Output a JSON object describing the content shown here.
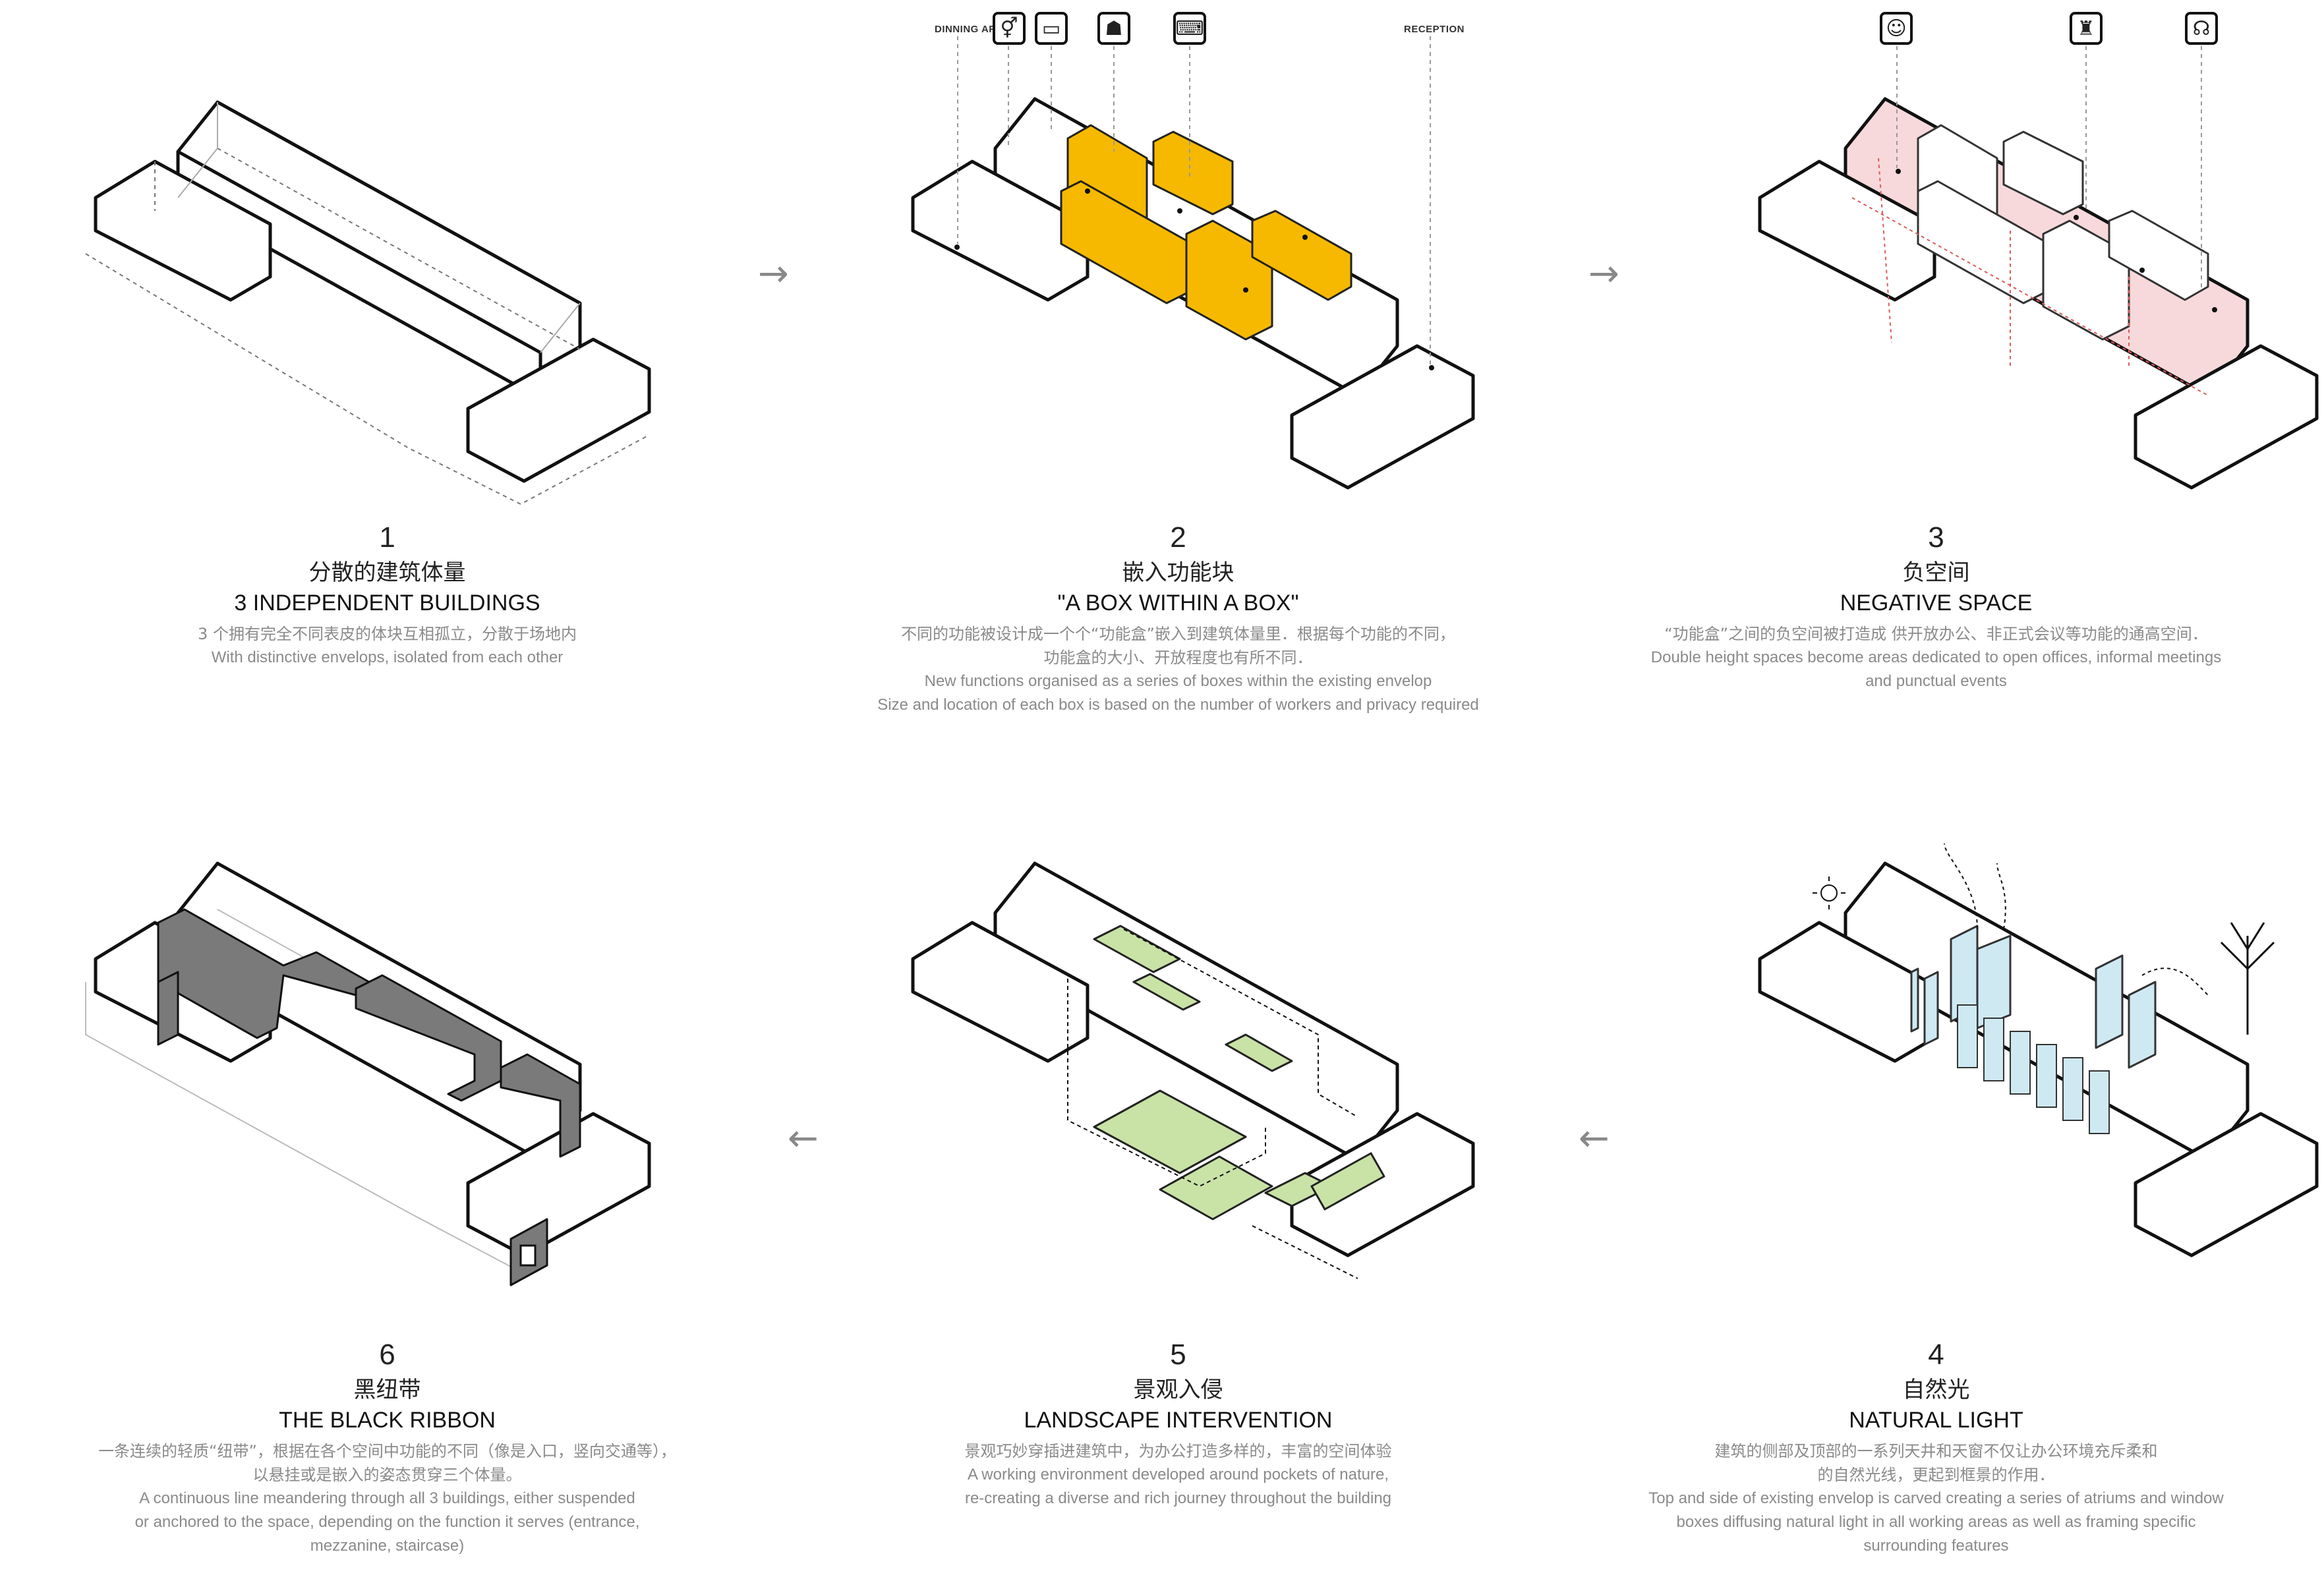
{
  "steps": [
    {
      "number": "1",
      "title_cn": "分散的建筑体量",
      "title_en": "3 INDEPENDENT BUILDINGS",
      "desc_cn": [
        "3 个拥有完全不同表皮的体块互相孤立，分散于场地内"
      ],
      "desc_en": [
        "With distinctive envelops, isolated from each other"
      ]
    },
    {
      "number": "2",
      "title_cn": "嵌入功能块",
      "title_en": "\"A BOX WITHIN A BOX\"",
      "desc_cn": [
        "不同的功能被设计成一个个“功能盒”嵌入到建筑体量里．根据每个功能的不同，",
        "功能盒的大小、开放程度也有所不同．"
      ],
      "desc_en": [
        "New functions organised as a series of boxes within the existing envelop",
        "Size and location of each box is based on the number of workers and privacy required"
      ],
      "tags": [
        "DINNING AREA",
        "RECEPTION"
      ]
    },
    {
      "number": "3",
      "title_cn": "负空间",
      "title_en": "NEGATIVE SPACE",
      "desc_cn": [
        "“功能盒”之间的负空间被打造成 供开放办公、非正式会议等功能的通高空间．"
      ],
      "desc_en": [
        "Double height spaces become areas dedicated to open offices, informal meetings",
        "and punctual events"
      ]
    },
    {
      "number": "4",
      "title_cn": "自然光",
      "title_en": "NATURAL LIGHT",
      "desc_cn": [
        "建筑的侧部及顶部的一系列天井和天窗不仅让办公环境充斥柔和",
        "的自然光线，更起到框景的作用．"
      ],
      "desc_en": [
        "Top and side of existing envelop is carved creating a series of atriums and window",
        "boxes diffusing natural light in all working areas as well as framing specific",
        "surrounding features"
      ]
    },
    {
      "number": "5",
      "title_cn": "景观入侵",
      "title_en": "LANDSCAPE INTERVENTION",
      "desc_cn": [
        "景观巧妙穿插进建筑中，为办公打造多样的，丰富的空间体验"
      ],
      "desc_en": [
        "A working environment developed around pockets of nature,",
        "re-creating a diverse and rich journey throughout the building"
      ]
    },
    {
      "number": "6",
      "title_cn": "黑纽带",
      "title_en": "THE BLACK RIBBON",
      "desc_cn": [
        "一条连续的轻质“纽带”，根据在各个空间中功能的不同（像是入口，竖向交通等），",
        "以悬挂或是嵌入的姿态贯穿三个体量。"
      ],
      "desc_en": [
        "A continuous line meandering through all 3 buildings, either suspended",
        "or anchored to the space, depending on the function it serves (entrance,",
        "mezzanine, staircase)"
      ]
    }
  ],
  "arrows": [
    "→",
    "→",
    "←",
    "←"
  ],
  "icons": {
    "step2": [
      "restroom-icon",
      "workstation-icon",
      "meeting-icon",
      "office-icon"
    ],
    "step3": [
      "handshake-icon",
      "lounge-icon",
      "event-icon"
    ],
    "step4": [
      "sun-icon",
      "tree-icon",
      "skyline-icon"
    ]
  },
  "colors": {
    "box_fill": "#f6b900",
    "negative_fill": "#f3c9cc",
    "glass_fill": "#cfe9f3",
    "landscape_fill": "#c9e2a6",
    "ribbon_fill": "#7a7a7a",
    "arrow": "#888888"
  }
}
